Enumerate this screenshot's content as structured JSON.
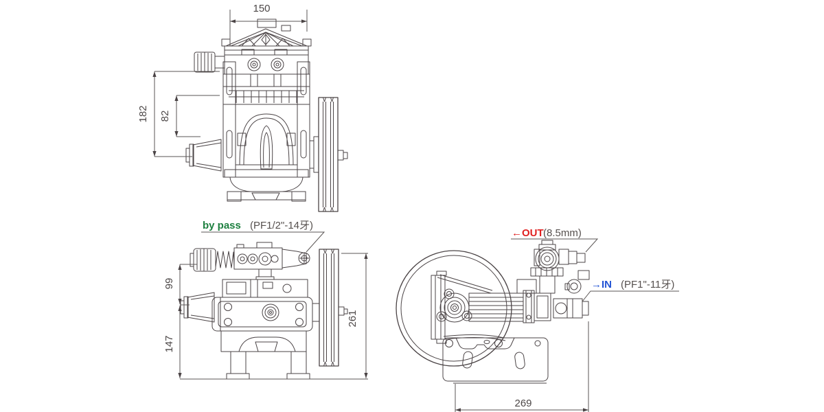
{
  "drawing": {
    "type": "technical-3-view pump drawing",
    "colors": {
      "line": "#4a4345",
      "dimension_text": "#4c4747",
      "spec_text": "#56504e",
      "bypass_green": "#1e8040",
      "out_red": "#e02020",
      "in_blue": "#2253d4"
    },
    "front_view": {
      "dim_width": "150",
      "dim_height_overall": "182",
      "dim_height_inner": "82"
    },
    "side_view": {
      "dim_upper": "99",
      "dim_lower": "147",
      "dim_height": "261",
      "bypass": {
        "name": "by pass",
        "spec": "(PF1/2\"-14牙)"
      }
    },
    "end_view": {
      "dim_base": "269",
      "out": {
        "name": "←OUT",
        "spec": "(8.5mm)"
      },
      "in": {
        "name": "→IN",
        "spec": "(PF1\"-11牙)"
      }
    }
  }
}
